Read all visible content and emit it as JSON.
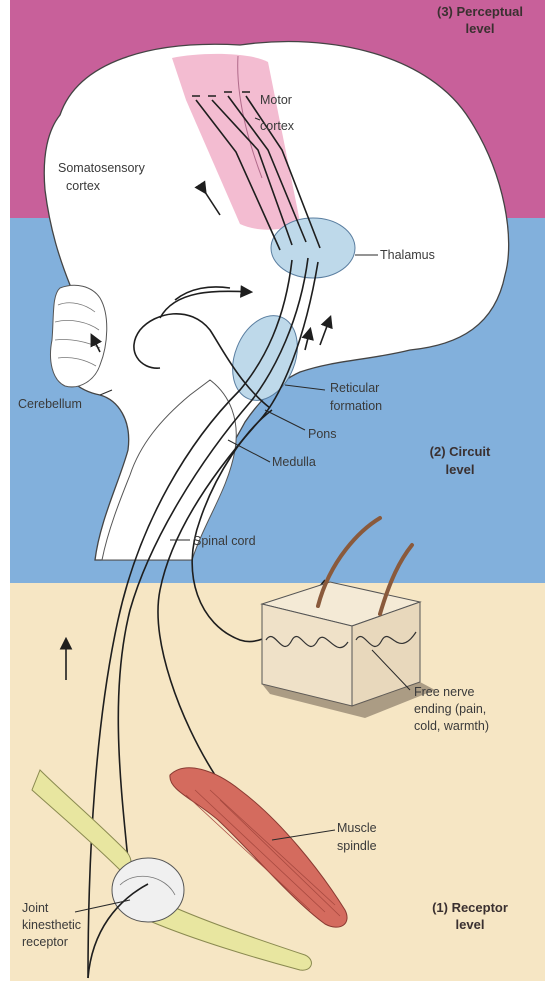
{
  "levels": {
    "perceptual": {
      "line1": "(3) Perceptual",
      "line2": "level"
    },
    "circuit": {
      "line1": "(2) Circuit",
      "line2": "level"
    },
    "receptor": {
      "line1": "(1) Receptor",
      "line2": "level"
    }
  },
  "labels": {
    "motor_cortex": [
      "Motor",
      "cortex"
    ],
    "somatosensory_cortex": [
      "Somatosensory",
      "cortex"
    ],
    "thalamus": "Thalamus",
    "cerebellum": "Cerebellum",
    "reticular_formation": [
      "Reticular",
      "formation"
    ],
    "pons": "Pons",
    "medulla": "Medulla",
    "spinal_cord": "Spinal cord",
    "free_nerve_ending": [
      "Free nerve",
      "ending (pain,",
      "cold, warmth)"
    ],
    "muscle_spindle": [
      "Muscle",
      "spindle"
    ],
    "joint_receptor": [
      "Joint",
      "kinesthetic",
      "receptor"
    ]
  },
  "colors": {
    "perceptual_band": "#c8609a",
    "circuit_band": "#82b0dc",
    "receptor_band": "#f6e6c4",
    "structure_highlight": "#bed9ea",
    "motor_cortex": "#f2b8cf",
    "muscle": "#d46b5e",
    "bone": "#e8e6a0"
  }
}
